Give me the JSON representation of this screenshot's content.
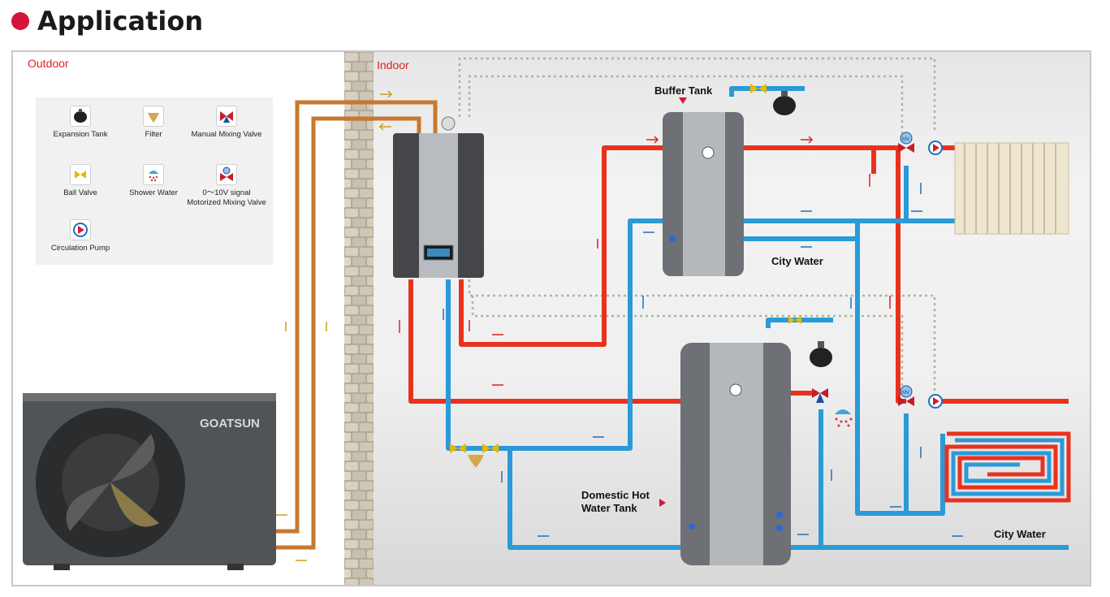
{
  "title": "Application",
  "zones": {
    "outdoor": "Outdoor",
    "indoor": "Indoor"
  },
  "legend": [
    {
      "label": "Expansion Tank",
      "icon": "expansion-tank-icon"
    },
    {
      "label": "Filter",
      "icon": "filter-icon"
    },
    {
      "label": "Manual Mixing Valve",
      "icon": "manual-mixing-valve-icon"
    },
    {
      "label": "Ball Valve",
      "icon": "ball-valve-icon"
    },
    {
      "label": "Shower Water",
      "icon": "shower-water-icon"
    },
    {
      "label": "0～10V signal",
      "label2": "Motorized Mixing Valve",
      "icon": "motorized-mixing-valve-icon"
    },
    {
      "label": "Circulation Pump",
      "icon": "circulation-pump-icon"
    }
  ],
  "labels": {
    "buffer_tank": "Buffer Tank",
    "city_water_upper": "City Water",
    "city_water_lower": "City Water",
    "dhw_tank_line1": "Domestic Hot",
    "dhw_tank_line2": "Water Tank",
    "brand": "GOATSUN",
    "mv": "MV"
  },
  "colors": {
    "hot": "#e8321e",
    "cold": "#2a9ad8",
    "refrigerant": "#c8782e",
    "signal": "#a8b89a",
    "accent": "#d4143a"
  }
}
